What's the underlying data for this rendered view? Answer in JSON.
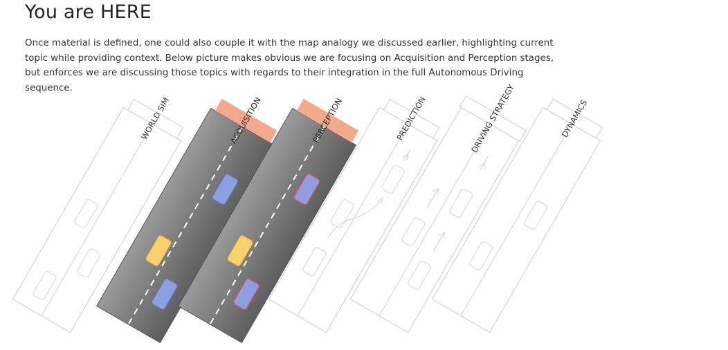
{
  "title": "You are HERE",
  "intro": "Once material is defined, one could also couple it with the map analogy we discussed earlier, highlighting current topic while providing context. Below picture makes obvious we are focusing on Acquisition and Perception stages, but enforces we are discussing those topics with regards to their integration in the full Autonomous Driving sequence.",
  "stages": [
    {
      "label": "WORLD SIM",
      "highlighted": false
    },
    {
      "label": "ACQUISITION",
      "highlighted": true
    },
    {
      "label": "PERCEPTION",
      "highlighted": true
    },
    {
      "label": "PREDICTION",
      "highlighted": false
    },
    {
      "label": "DRIVING STRATEGY",
      "highlighted": false
    },
    {
      "label": "DYNAMICS",
      "highlighted": false
    }
  ],
  "colors": {
    "highlight_label": "#f4a98b",
    "road_light": "#9a9a9a",
    "road_dark": "#5e5e5e",
    "blue_car": "#8c9fe0",
    "yellow_car": "#f8d06e",
    "detection_outline": "#e0507a",
    "ghost": "#d0d0d0"
  }
}
